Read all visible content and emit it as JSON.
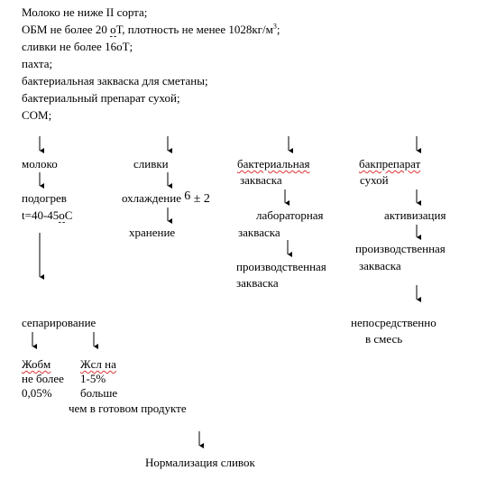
{
  "intro": {
    "line1": "Молоко не ниже II сорта;",
    "line2_a": "ОБМ не более 20 ",
    "line2_deg": "о",
    "line2_b": "Т, плотность не менее 1028кг/м",
    "line2_sup": "3",
    "line2_c": ";",
    "line3_a": "сливки не более 16",
    "line3_deg": "о",
    "line3_b": "Т;",
    "line4": "пахта;",
    "line5": "бактериальная закваска для сметаны;",
    "line6": "бактериальный препарат сухой;",
    "line7": "СОМ;"
  },
  "col1": {
    "milk": "молоко",
    "heating": "подогрев",
    "temp_a": "t=40-45",
    "temp_deg": "о",
    "temp_b": "С",
    "separation": "сепарирование"
  },
  "col2": {
    "cream": "сливки",
    "cooling": "охлаждение",
    "cooling_temp": "6",
    "cooling_tol": " ± 2",
    "storage": "хранение"
  },
  "col3": {
    "starter_a": "бактериальная",
    "starter_b": "закваска",
    "lab_a": "лабораторная",
    "lab_b": "закваска",
    "prod_a": "производственная",
    "prod_b": "закваска"
  },
  "col4": {
    "prep_a": "бакпрепарат",
    "prep_b": "сухой",
    "activation": "активизация",
    "prod_a": "производственная",
    "prod_b": "закваска",
    "direct_a": "непосредственно",
    "direct_b": "в смесь"
  },
  "separation_out": {
    "skim_a": "Жобм",
    "skim_b": "не более",
    "skim_c": "0,05%",
    "cream_a": "Жсл на",
    "cream_b": "1-5%",
    "cream_c": "больше",
    "cream_d": "чем в готовом  продукте"
  },
  "final": "Нормализация сливок"
}
